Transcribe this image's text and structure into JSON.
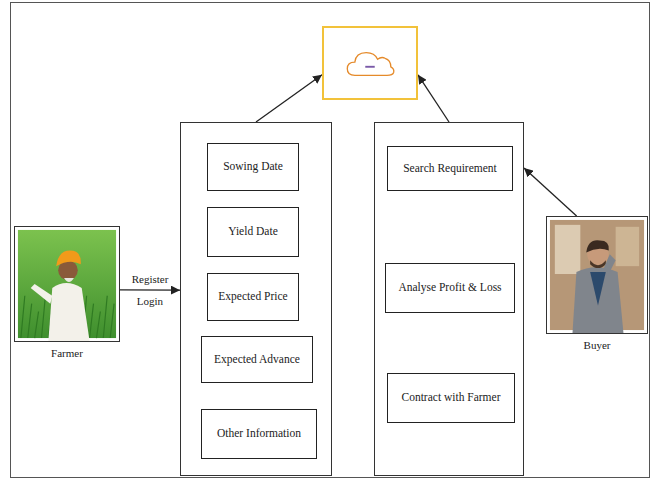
{
  "diagram": {
    "nodes": [
      {
        "text": []
      },
      {
        "text": [
          "Farmer"
        ]
      },
      {
        "text": []
      },
      {
        "text": [
          "Sowing Date"
        ],
        "in": 2
      },
      {
        "text": [
          "Yield Date"
        ],
        "in": 2
      },
      {
        "text": [
          "Expected Price"
        ],
        "in": 2
      },
      {
        "text": [
          "Expected Advance"
        ],
        "in": 2
      },
      {
        "text": [
          "Other Information"
        ],
        "in": 2
      },
      {
        "text": []
      },
      {
        "text": [
          "Search Requirement"
        ],
        "in": 8
      },
      {
        "text": [
          "Analyse Profit & Loss"
        ],
        "in": 8
      },
      {
        "text": [
          "Contract with Farmer"
        ],
        "in": 8
      },
      {
        "text": [
          "Buyer"
        ]
      }
    ],
    "edges": [
      {
        "from": 1,
        "to": 2,
        "label": "Register Login",
        "arrow": "to"
      },
      {
        "from": 2,
        "to": 0,
        "arrow": "to"
      },
      {
        "from": 8,
        "to": 0,
        "arrow": "to"
      },
      {
        "from": 12,
        "to": 8,
        "arrow": "to"
      }
    ]
  }
}
